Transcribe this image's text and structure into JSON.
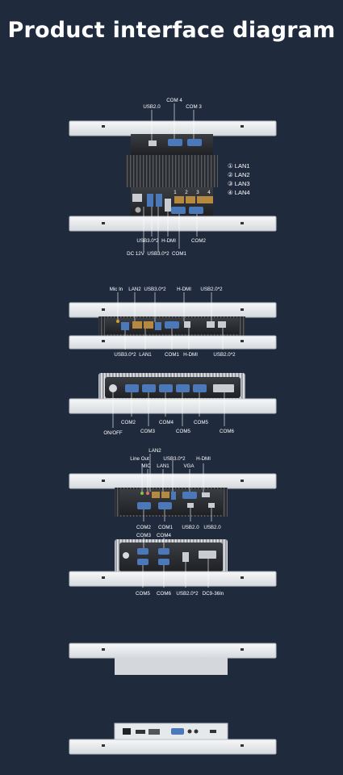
{
  "title": "Product interface diagram",
  "colors": {
    "background": "#1f2a3d",
    "panel": "#e9ecef",
    "chassis": "#2a2c30",
    "port_blue": "#4a78b8",
    "text": "#ffffff"
  },
  "section1": {
    "top_labels": {
      "com4": "COM 4",
      "usb20": "USB2.0",
      "com3": "COM 3"
    },
    "lan_legend": [
      "① LAN1",
      "② LAN2",
      "③ LAN3",
      "④ LAN4"
    ],
    "port_numbers": [
      "1",
      "2",
      "3",
      "4"
    ],
    "bottom_labels": {
      "usb30_a": "USB3.0*2",
      "hdmi": "H-DMI",
      "com2": "COM2",
      "dc": "DC 12V",
      "usb30_b": "USB3.0*2",
      "com1": "COM1"
    }
  },
  "section2": {
    "top_labels": {
      "mic_in": "Mic In",
      "lan2": "LAN2",
      "usb30": "USB3.0*2",
      "hdmi": "H-DMI",
      "usb20": "USB2.0*2"
    },
    "bottom_labels": {
      "usb30": "USB3.0*2",
      "lan1": "LAN1",
      "com1": "COM1",
      "hdmi": "H-DMI",
      "usb20": "USB2.0*2"
    }
  },
  "section3": {
    "labels_row1": {
      "com2": "COM2",
      "com4": "COM4",
      "com5": "COM5",
      "com6": "COM6"
    },
    "labels_row2": {
      "onoff": "ON/OFF",
      "com3": "COM3",
      "com5b": "COM5"
    }
  },
  "section4": {
    "top_labels": {
      "lan2": "LAN2",
      "usb30": "USB3.0*2",
      "line_out": "Line Out",
      "hdmi": "H-DMI",
      "mic": "MIC",
      "lan1": "LAN1",
      "vga": "VGA"
    },
    "bottom_labels": {
      "com2": "COM2",
      "com1": "COM1",
      "usb20a": "USB2.0",
      "usb20b": "USB2.0"
    }
  },
  "section5": {
    "top_labels": {
      "com3": "COM3",
      "com4": "COM4"
    },
    "bottom_labels": {
      "com5": "COM5",
      "com6": "COM6",
      "usb20": "USB2.0*2",
      "dc": "DC9-36In"
    }
  }
}
